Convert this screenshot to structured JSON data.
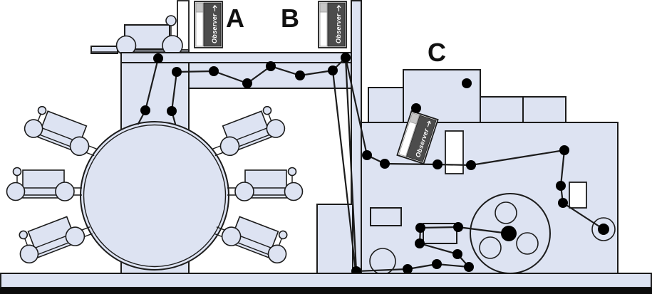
{
  "labels": {
    "unit_a": "A",
    "unit_b": "B",
    "unit_c": "C"
  },
  "sensors": {
    "a": {
      "label": "Observer"
    },
    "b": {
      "label": "Observer"
    },
    "c": {
      "label": "Observer"
    }
  },
  "colors": {
    "machine-fill": "#dde3f2",
    "line": "#1c1c1c",
    "sensor-body": "#4c4c4c",
    "sensor-strip": "#c6c6c6",
    "dot": "#000000",
    "background": "#ffffff"
  }
}
